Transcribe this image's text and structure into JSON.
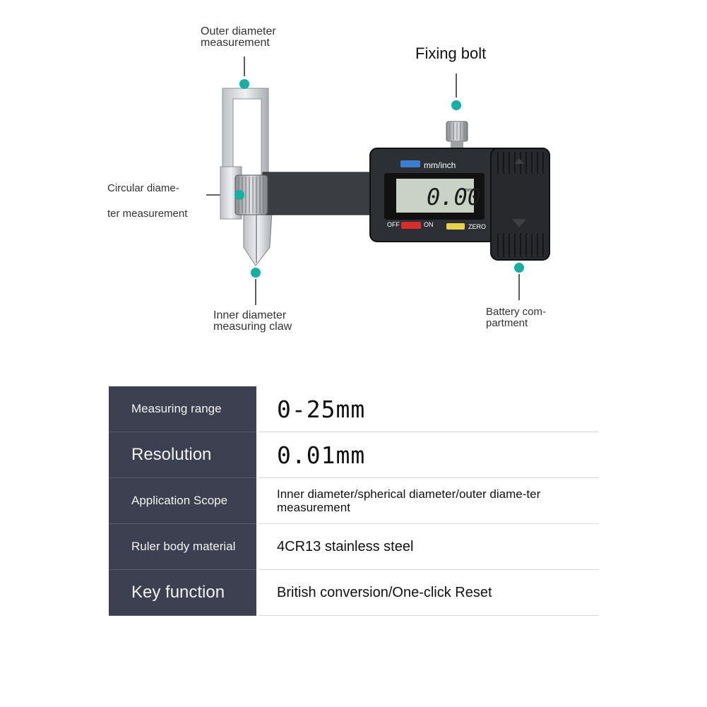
{
  "callouts": {
    "outer": [
      "Outer diameter",
      "measurement"
    ],
    "fixing": "Fixing bolt",
    "circular": [
      "Circular diame-",
      "ter measurement"
    ],
    "inner": [
      "Inner diameter",
      "measuring claw"
    ],
    "battery": [
      "Battery com-",
      "partment"
    ]
  },
  "device": {
    "mode_label": "mm/inch",
    "display_value": "0.00",
    "display_unit": "mm",
    "off_label": "OFF",
    "on_label": "ON",
    "zero_label": "ZERO"
  },
  "colors": {
    "marker_dot": "#14b0a4",
    "key_cell_bg": "#3d4050",
    "body_dark": "#2c2f33",
    "lcd": "#c9d2c4",
    "btn_mode": "#3b7ed0",
    "btn_on": "#d92c2c",
    "btn_zero": "#e6d34a"
  },
  "specs": [
    {
      "key": "Measuring range",
      "value": "0-25mm"
    },
    {
      "key": "Resolution",
      "value": "0.01mm"
    },
    {
      "key": "Application Scope",
      "value": "Inner diameter/spherical diameter/outer diame-ter measurement"
    },
    {
      "key": "Ruler body material",
      "value": "4CR13 stainless steel"
    },
    {
      "key": "Key function",
      "value": "British conversion/One-click Reset"
    }
  ]
}
